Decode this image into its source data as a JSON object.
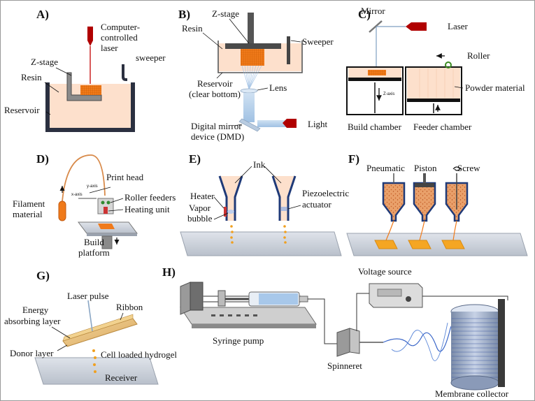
{
  "panels": {
    "A": {
      "letter": "A)",
      "labels": {
        "laser_1": "Computer-",
        "laser_2": "controlled",
        "laser_3": "laser",
        "sweeper": "sweeper",
        "zstage": "Z-stage",
        "resin": "Resin",
        "reservoir": "Reservoir"
      }
    },
    "B": {
      "letter": "B)",
      "labels": {
        "zstage": "Z-stage",
        "resin": "Resin",
        "sweeper": "Sweeper",
        "reservoir_1": "Reservoir",
        "reservoir_2": "(clear bottom)",
        "lens": "Lens",
        "dmd_1": "Digital mirror",
        "dmd_2": "device (DMD)",
        "light": "Light"
      }
    },
    "C": {
      "letter": "C)",
      "labels": {
        "mirror": "Mirror",
        "laser": "Laser",
        "roller": "Roller",
        "powder": "Powder material",
        "zaxis": "Z-axis",
        "build": "Build chamber",
        "feeder": "Feeder chamber"
      }
    },
    "D": {
      "letter": "D)",
      "labels": {
        "printhead": "Print head",
        "roller": "Roller feeders",
        "heating": "Heating unit",
        "filament_1": "Filament",
        "filament_2": "material",
        "build_1": "Build",
        "build_2": "platform",
        "xaxis": "x-axis",
        "yaxis": "y-axis"
      }
    },
    "E": {
      "letter": "E)",
      "labels": {
        "ink": "Ink",
        "heater": "Heater",
        "vapor_1": "Vapor",
        "vapor_2": "bubble",
        "piezo_1": "Piezoelectric",
        "piezo_2": "actuator"
      }
    },
    "F": {
      "letter": "F)",
      "labels": {
        "pneumatic": "Pneumatic",
        "piston": "Piston",
        "screw": "Screw"
      }
    },
    "G": {
      "letter": "G)",
      "labels": {
        "laserpulse": "Laser pulse",
        "energy_1": "Energy",
        "energy_2": "absorbing layer",
        "ribbon": "Ribbon",
        "donor": "Donor layer",
        "cell": "Cell loaded hydrogel",
        "receiver": "Receiver"
      }
    },
    "H": {
      "letter": "H)",
      "labels": {
        "voltage": "Voltage source",
        "syringe": "Syringe pump",
        "spinneret": "Spinneret",
        "membrane": "Membrane collector"
      }
    }
  },
  "colors": {
    "resin": "#fde0cc",
    "print": "#f07a1a",
    "laser_red": "#b00000",
    "plate": "#cfd4dc",
    "syringe_fluid": "#a8c8ea"
  }
}
